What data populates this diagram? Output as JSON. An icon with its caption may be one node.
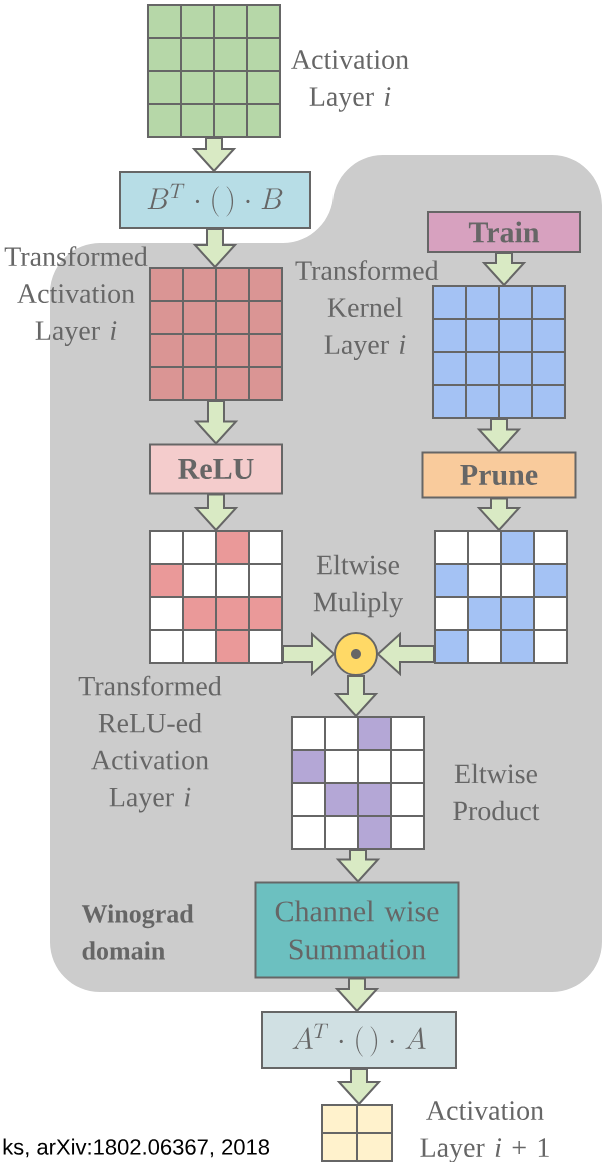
{
  "diagram": {
    "nodes": [
      {
        "text": [
          "Winograd domain"
        ]
      },
      {
        "text": [],
        "shape": "grid",
        "beside": [
          "Activation Layer *i*"
        ]
      },
      {
        "text": [
          "B^T \\cdot (\\,) \\cdot B"
        ]
      },
      {
        "text": [
          "Train"
        ],
        "in": 0
      },
      {
        "text": [],
        "shape": "grid",
        "in": 0,
        "beside": [
          "Transformed Activation Layer *i*"
        ]
      },
      {
        "text": [],
        "shape": "grid",
        "in": 0,
        "beside": [
          "Transformed Kernel Layer *i*"
        ]
      },
      {
        "text": [
          "ReLU"
        ],
        "in": 0
      },
      {
        "text": [
          "Prune"
        ],
        "in": 0
      },
      {
        "text": [],
        "shape": "grid",
        "in": 0,
        "beside": [
          "Transformed ReLU-ed Activation Layer *i*"
        ]
      },
      {
        "text": [],
        "shape": "grid",
        "in": 0
      },
      {
        "text": [],
        "shape": "circle",
        "in": 0,
        "beside": [
          "Eltwise Muliply"
        ]
      },
      {
        "text": [],
        "shape": "grid",
        "in": 0,
        "beside": [
          "Eltwise Product"
        ]
      },
      {
        "text": [
          "Channel wise Summation"
        ],
        "in": 0
      },
      {
        "text": [
          "A^T \\cdot (\\,) \\cdot A"
        ]
      },
      {
        "text": [],
        "shape": "grid",
        "beside": [
          "Activation Layer *i* + 1"
        ]
      }
    ],
    "edges": [
      {
        "from": 1,
        "to": 2,
        "arrow": "to"
      },
      {
        "from": 2,
        "to": 4,
        "arrow": "to"
      },
      {
        "from": 3,
        "to": 5,
        "arrow": "to"
      },
      {
        "from": 4,
        "to": 6,
        "arrow": "to"
      },
      {
        "from": 5,
        "to": 7,
        "arrow": "to"
      },
      {
        "from": 6,
        "to": 8,
        "arrow": "to"
      },
      {
        "from": 7,
        "to": 9,
        "arrow": "to"
      },
      {
        "from": 8,
        "to": 10,
        "arrow": "to"
      },
      {
        "from": 9,
        "to": 10,
        "arrow": "to"
      },
      {
        "from": 10,
        "to": 11,
        "arrow": "to"
      },
      {
        "from": 11,
        "to": 12,
        "arrow": "to"
      },
      {
        "from": 12,
        "to": 13,
        "arrow": "to"
      },
      {
        "from": 13,
        "to": 14,
        "arrow": "to"
      }
    ],
    "labels": [
      "ks, arXiv:1802.06367, 2018"
    ]
  }
}
